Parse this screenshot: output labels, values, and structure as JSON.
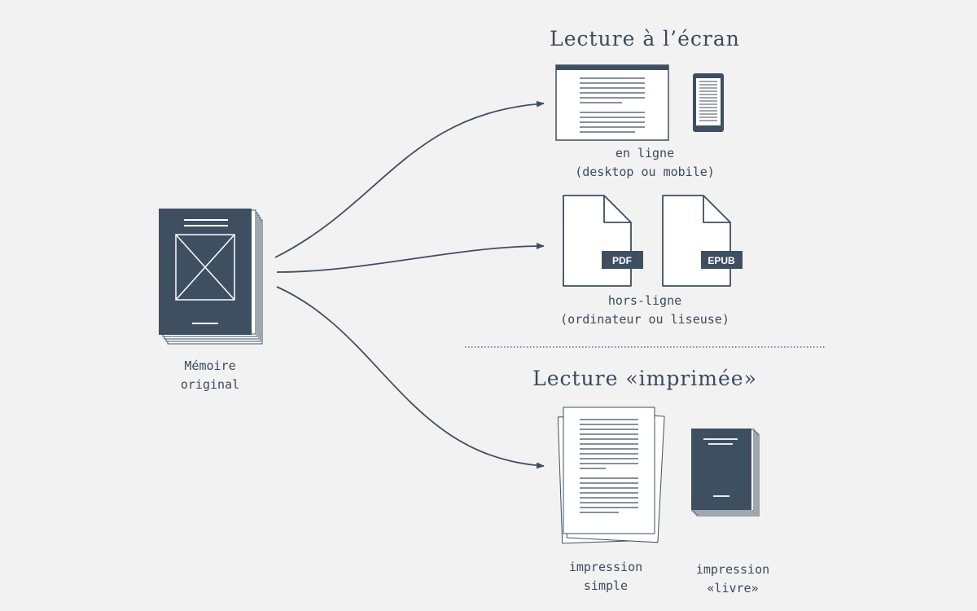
{
  "source": {
    "label_line1": "Mémoire",
    "label_line2": "original"
  },
  "screen_section": {
    "title": "Lecture à l’écran",
    "online": {
      "line1": "en ligne",
      "line2": "(desktop ou mobile)"
    },
    "offline": {
      "line1": "hors-ligne",
      "line2": "(ordinateur ou liseuse)",
      "badge_pdf": "PDF",
      "badge_epub": "EPUB"
    }
  },
  "print_section": {
    "title": "Lecture «imprimée»",
    "simple": {
      "line1": "impression",
      "line2": "simple"
    },
    "book": {
      "line1": "impression",
      "line2": "«livre»"
    }
  },
  "colors": {
    "ink": "#3f4f62",
    "paper": "#ffffff",
    "background": "#f2f2f2"
  }
}
